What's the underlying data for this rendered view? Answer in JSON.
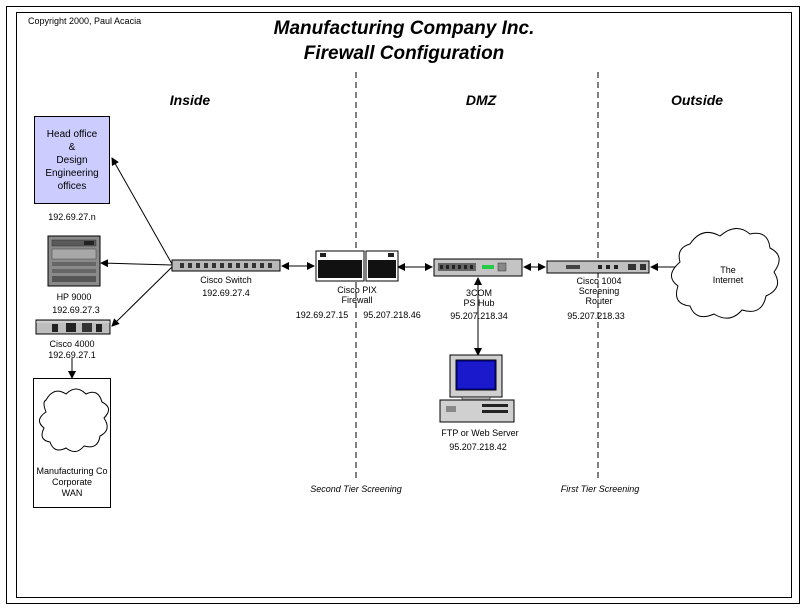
{
  "copyright": "Copyright 2000, Paul Acacia",
  "title": {
    "line1": "Manufacturing Company Inc.",
    "line2": "Firewall Configuration"
  },
  "zones": {
    "inside": "Inside",
    "dmz": "DMZ",
    "outside": "Outside"
  },
  "screening": {
    "second_tier": "Second Tier Screening",
    "first_tier": "First Tier Screening"
  },
  "nodes": {
    "head_office": {
      "line1": "Head office",
      "line2": "&",
      "line3": "Design",
      "line4": "Engineering",
      "line5": "offices",
      "ip": "192.69.27.n"
    },
    "hp9000": {
      "name": "HP 9000",
      "ip": "192.69.27.3"
    },
    "cisco4000": {
      "name": "Cisco 4000",
      "ip": "192.69.27.1"
    },
    "wan": {
      "line1": "Manufacturing Co",
      "line2": "Corporate",
      "line3": "WAN"
    },
    "cisco_switch": {
      "name": "Cisco Switch",
      "ip": "192.69.27.4"
    },
    "pix": {
      "line1": "Cisco PIX",
      "line2": "Firewall",
      "ip_inside": "192.69.27.15",
      "ip_outside": "95.207.218.46"
    },
    "hub": {
      "line1": "3COM",
      "line2": "PS Hub",
      "ip": "95.207.218.34"
    },
    "router": {
      "line1": "Cisco 1004",
      "line2": "Screening",
      "line3": "Router",
      "ip": "95.207.218.33"
    },
    "internet": {
      "line1": "The",
      "line2": "Internet"
    },
    "ftp": {
      "name": "FTP or Web Server",
      "ip": "95.207.218.42"
    }
  },
  "colors": {
    "office_fill": "#ccccff",
    "device_gray": "#b5b5b5",
    "server_dark": "#6e6e6e",
    "hub_led": "#22cc44"
  }
}
